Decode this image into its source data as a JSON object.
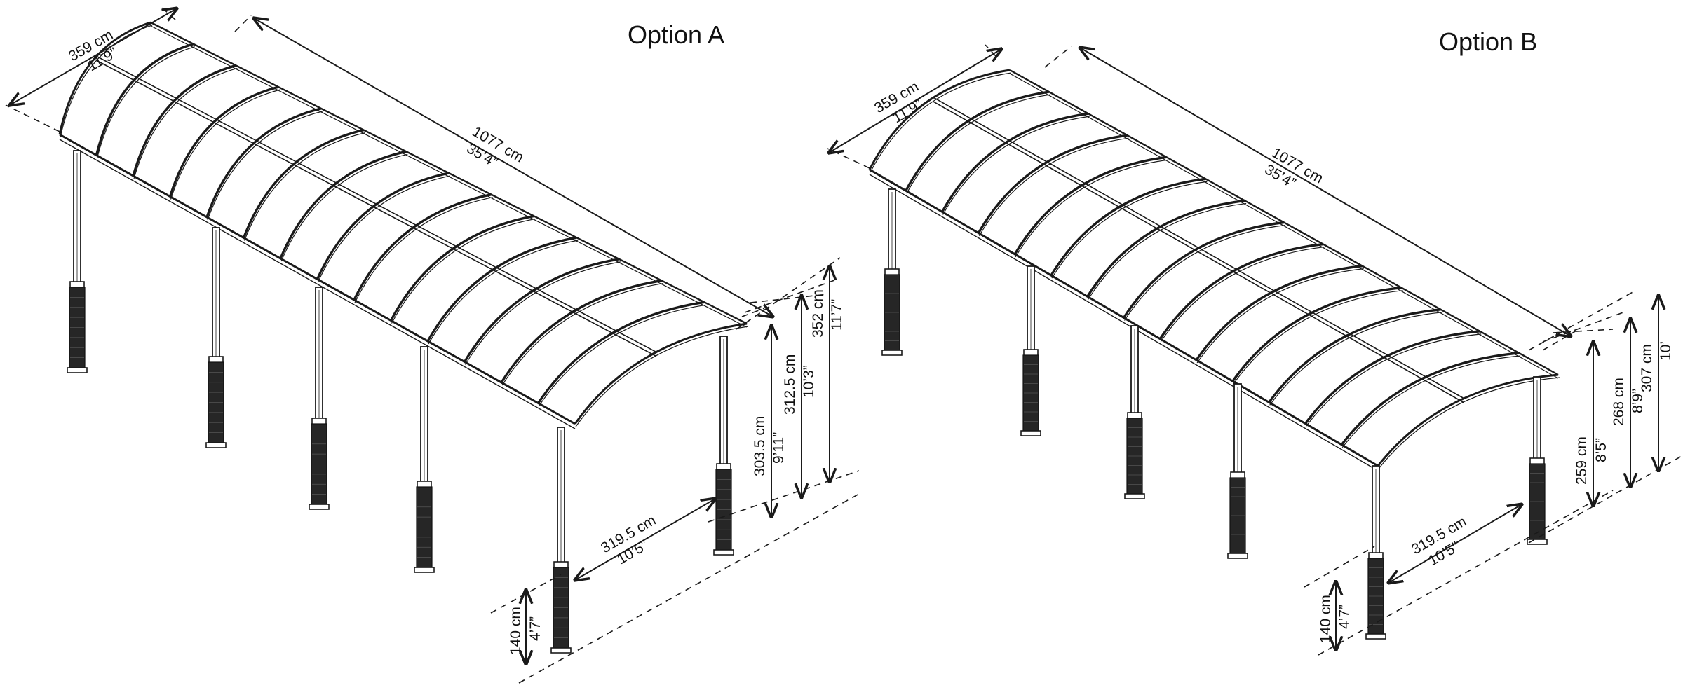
{
  "options": [
    {
      "title": "Option A",
      "width_cm": "359 cm",
      "width_in": "11’9”",
      "length_cm": "1077 cm",
      "length_in": "35’4”",
      "eave_cm": "303.5 cm",
      "eave_in": "9’11”",
      "mid_cm": "312.5 cm",
      "mid_in": "10’3”",
      "peak_cm": "352 cm",
      "peak_in": "11’7”",
      "post_cm": "319.5 cm",
      "post_in": "10’5”",
      "base_cm": "140 cm",
      "base_in": "4’7”"
    },
    {
      "title": "Option B",
      "width_cm": "359 cm",
      "width_in": "11’9”",
      "length_cm": "1077 cm",
      "length_in": "35’4”",
      "eave_cm": "259 cm",
      "eave_in": "8’5”",
      "mid_cm": "268 cm",
      "mid_in": "8’9”",
      "peak_cm": "307 cm",
      "peak_in": "10’",
      "post_cm": "319.5 cm",
      "post_in": "10’5”",
      "base_cm": "140 cm",
      "base_in": "4’7”"
    }
  ],
  "colors": {
    "line": "#1a1a1a",
    "background": "#ffffff"
  },
  "icons": [
    "carport-drawing"
  ]
}
